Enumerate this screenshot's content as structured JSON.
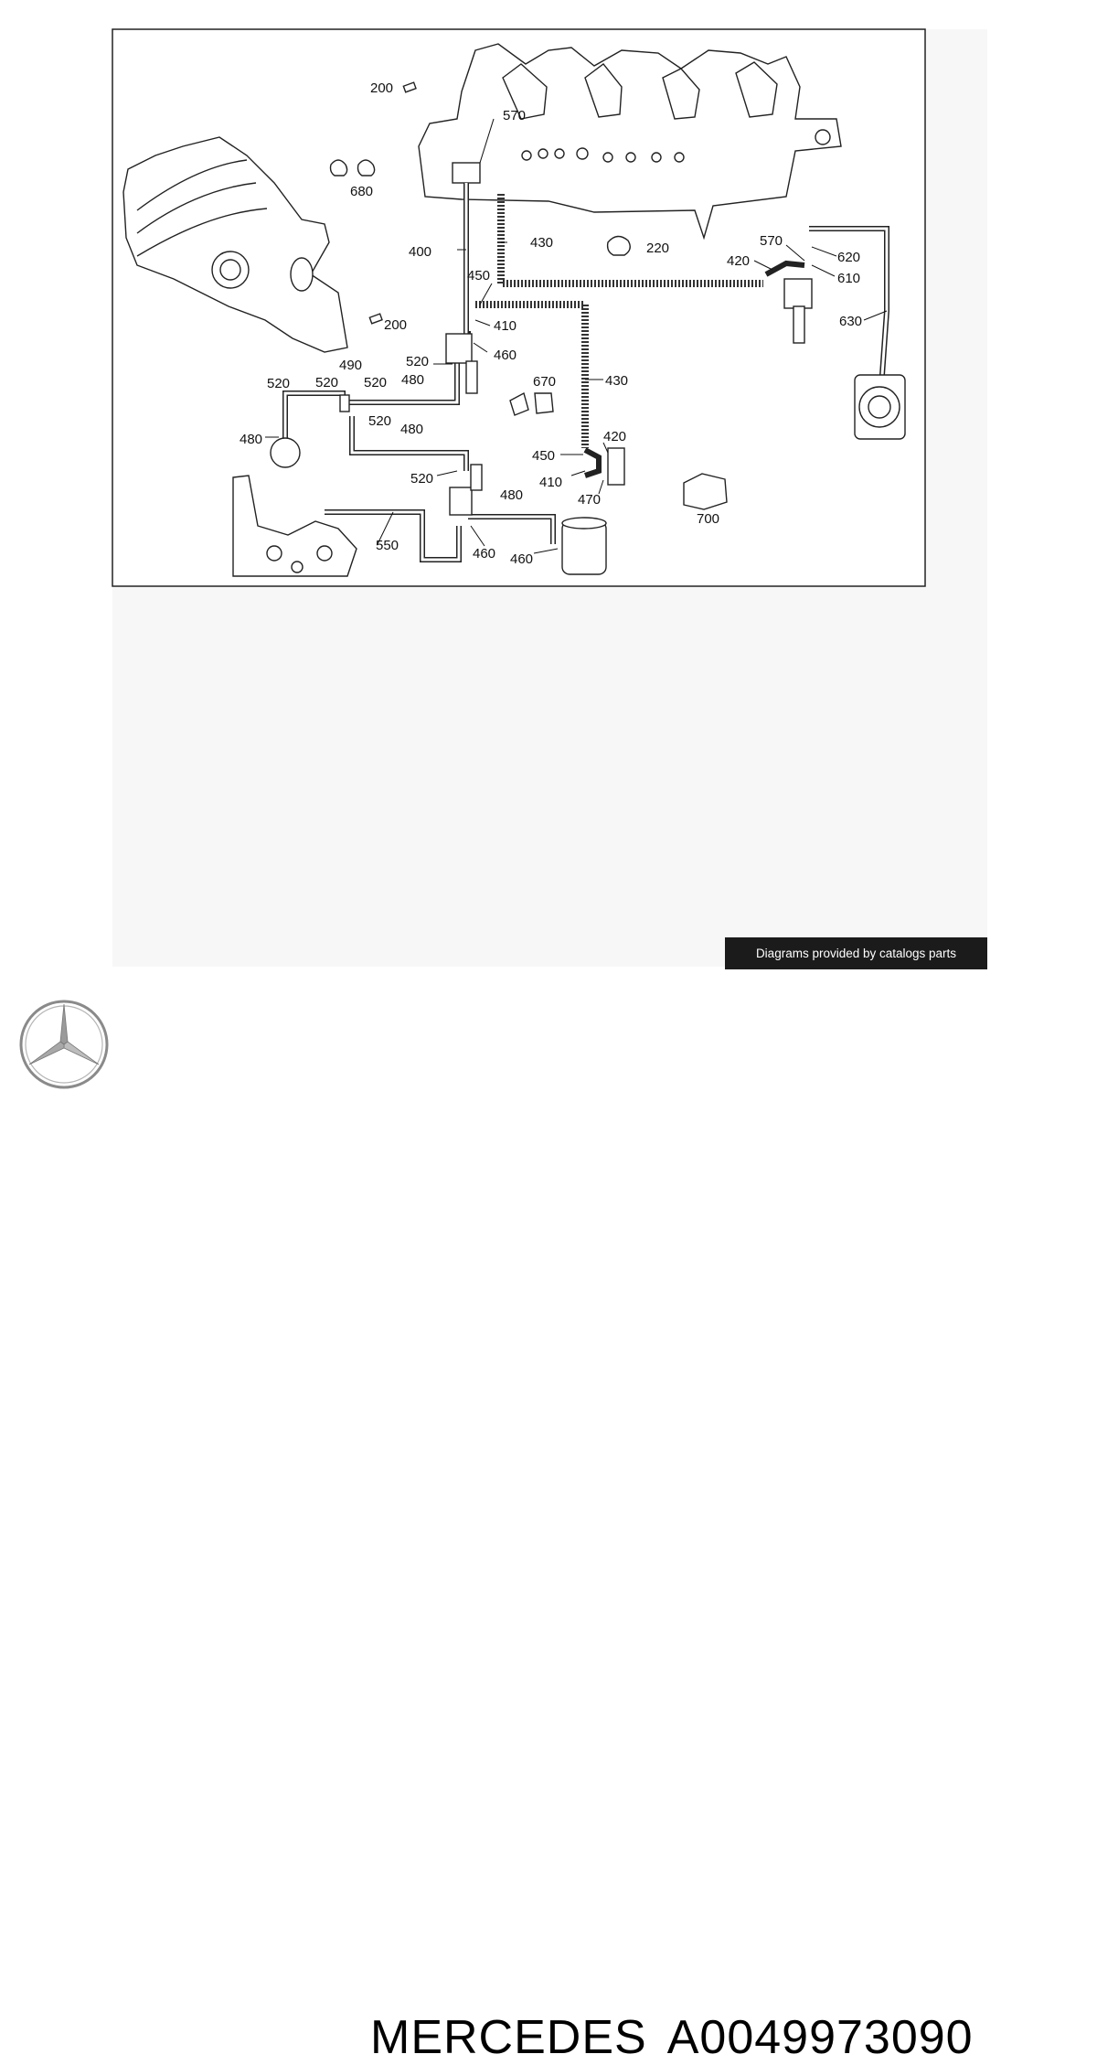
{
  "diagram": {
    "callouts": [
      {
        "id": "c200a",
        "text": "200"
      },
      {
        "id": "c570a",
        "text": "570"
      },
      {
        "id": "c680",
        "text": "680"
      },
      {
        "id": "c400",
        "text": "400"
      },
      {
        "id": "c430a",
        "text": "430"
      },
      {
        "id": "c220",
        "text": "220"
      },
      {
        "id": "c200b",
        "text": "200"
      },
      {
        "id": "c450a",
        "text": "450"
      },
      {
        "id": "c410a",
        "text": "410"
      },
      {
        "id": "c460a",
        "text": "460"
      },
      {
        "id": "c520a",
        "text": "520"
      },
      {
        "id": "c490",
        "text": "490"
      },
      {
        "id": "c480a",
        "text": "480"
      },
      {
        "id": "c520b",
        "text": "520"
      },
      {
        "id": "c520c",
        "text": "520"
      },
      {
        "id": "c670",
        "text": "670"
      },
      {
        "id": "c430b",
        "text": "430"
      },
      {
        "id": "c520d",
        "text": "520"
      },
      {
        "id": "c480b",
        "text": "480"
      },
      {
        "id": "c520e",
        "text": "520"
      },
      {
        "id": "c480c",
        "text": "480"
      },
      {
        "id": "c520f",
        "text": "520"
      },
      {
        "id": "c420a",
        "text": "420"
      },
      {
        "id": "c450b",
        "text": "450"
      },
      {
        "id": "c410b",
        "text": "410"
      },
      {
        "id": "c470",
        "text": "470"
      },
      {
        "id": "c480d",
        "text": "480"
      },
      {
        "id": "c550",
        "text": "550"
      },
      {
        "id": "c460b",
        "text": "460"
      },
      {
        "id": "c460c",
        "text": "460"
      },
      {
        "id": "c700",
        "text": "700"
      },
      {
        "id": "c570b",
        "text": "570"
      },
      {
        "id": "c420b",
        "text": "420"
      },
      {
        "id": "c620",
        "text": "620"
      },
      {
        "id": "c610",
        "text": "610"
      },
      {
        "id": "c630",
        "text": "630"
      }
    ]
  },
  "credit": "Diagrams provided by catalogs parts",
  "brand": {
    "logo_icon": "mercedes-star-icon",
    "name": "MERCEDES",
    "part_number": "A0049973090"
  }
}
